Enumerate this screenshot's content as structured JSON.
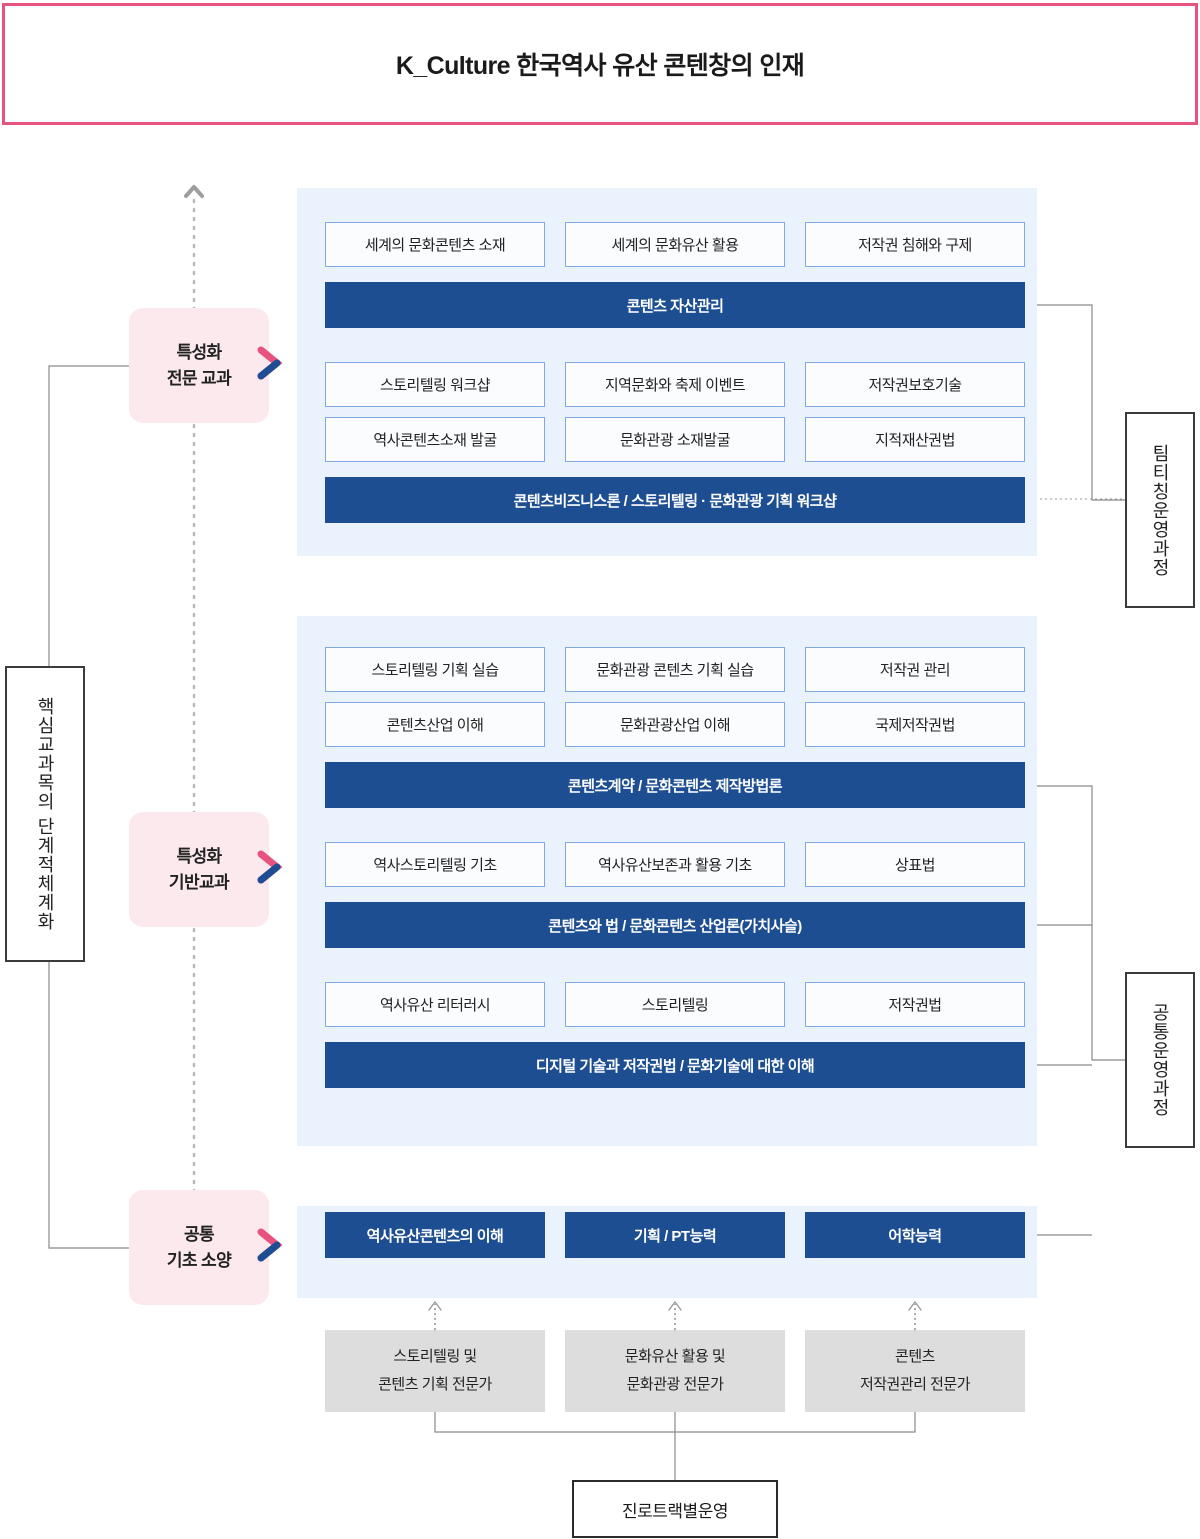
{
  "header": {
    "title": "K_Culture 한국역사 유산 콘텐창의 인재"
  },
  "colors": {
    "accent_pink": "#e8527f",
    "pill_pink": "#fce9ee",
    "bar_blue": "#1d4e92",
    "panel_blue": "#eaf2fd",
    "course_border": "#7fa9e0",
    "expert_gray": "#dddddd"
  },
  "left_axis": {
    "label": "핵심교과목의 단계적체계화"
  },
  "stages": [
    {
      "id": "pro",
      "label_line1": "특성화",
      "label_line2": "전문 교과"
    },
    {
      "id": "base",
      "label_line1": "특성화",
      "label_line2": "기반교과"
    },
    {
      "id": "comm",
      "label_line1": "공통",
      "label_line2": "기초 소양"
    }
  ],
  "panels": {
    "pro": {
      "groups": [
        {
          "courses": [
            [
              "세계의 문화콘텐츠 소재",
              "세계의 문화유산 활용",
              "저작권 침해와 구제"
            ]
          ],
          "bar": "콘텐츠 자산관리"
        },
        {
          "courses": [
            [
              "스토리텔링 워크샵",
              "지역문화와 축제 이벤트",
              "저작권보호기술"
            ],
            [
              "역사콘텐츠소재 발굴",
              "문화관광 소재발굴",
              "지적재산권법"
            ]
          ],
          "bar": "콘텐츠비즈니스론 / 스토리텔링 · 문화관광 기획 워크샵"
        }
      ]
    },
    "base": {
      "groups": [
        {
          "courses": [
            [
              "스토리텔링 기획 실습",
              "문화관광 콘텐츠 기획 실습",
              "저작권 관리"
            ],
            [
              "콘텐츠산업 이해",
              "문화관광산업 이해",
              "국제저작권법"
            ]
          ],
          "bar": "콘텐츠계약 / 문화콘텐츠 제작방법론"
        },
        {
          "courses": [
            [
              "역사스토리텔링 기초",
              "역사유산보존과 활용 기초",
              "상표법"
            ]
          ],
          "bar": "콘텐츠와 법 / 문화콘텐츠 산업론(가치사슬)"
        },
        {
          "courses": [
            [
              "역사유산 리터러시",
              "스토리텔링",
              "저작권법"
            ]
          ],
          "bar": "디지털 기술과 저작권법 / 문화기술에 대한 이해"
        }
      ]
    },
    "comm": {
      "bars": [
        "역사유산콘텐츠의 이해",
        "기획 / PT능력",
        "어학능력"
      ]
    }
  },
  "right_boxes": [
    {
      "id": "team",
      "label": "팀티칭운영과정"
    },
    {
      "id": "common",
      "label": "공통운영과정"
    }
  ],
  "experts": [
    {
      "line1": "스토리텔링 및",
      "line2": "콘텐츠 기획 전문가"
    },
    {
      "line1": "문화유산 활용 및",
      "line2": "문화관광 전문가"
    },
    {
      "line1": "콘텐츠",
      "line2": "저작권관리 전문가"
    }
  ],
  "track": {
    "label": "진로트랙별운영"
  }
}
